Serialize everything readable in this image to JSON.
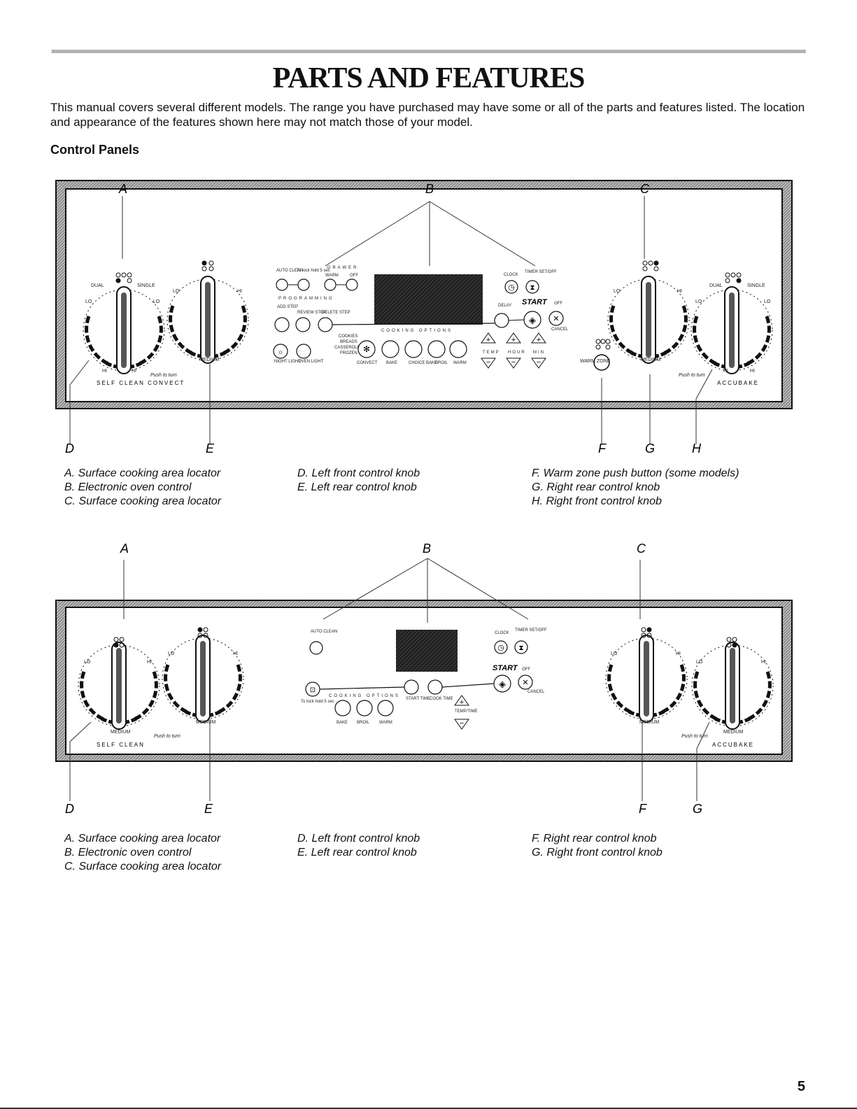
{
  "page": {
    "title": "PARTS AND FEATURES",
    "intro": "This manual covers several different models. The range you have purchased may have some or all of the parts and features listed. The location and appearance of the features shown here may not match those of your model.",
    "section_heading": "Control Panels",
    "page_number": "5"
  },
  "diagram1": {
    "callouts": {
      "A": "A",
      "B": "B",
      "C": "C",
      "D": "D",
      "E": "E",
      "F": "F",
      "G": "G",
      "H": "H"
    },
    "panel_text": {
      "dual": "DUAL",
      "single": "SINGLE",
      "lo": "LO",
      "hi": "HI",
      "medium": "MEDIUM",
      "push_to_turn": "Push to turn",
      "self_clean_convect": "SELF CLEAN CONVECT",
      "accubake": "ACCUBAKE",
      "warm_zone": "WARM ZONE",
      "auto_clean": "AUTO CLEAN",
      "to_lock": "To lock hold 5 sec",
      "drawer": "DRAWER",
      "warm": "WARM",
      "off": "OFF",
      "programming": "PROGRAMMING",
      "add_step": "ADD STEP",
      "review_step": "REVIEW STEP",
      "delete_step": "DELETE STEP",
      "cooking_options": "COOKING OPTIONS",
      "clock": "CLOCK",
      "timer": "TIMER SET/OFF",
      "start": "START",
      "cancel": "CANCEL",
      "delay": "DELAY",
      "night_light": "NIGHT LIGHT",
      "oven_light": "OVEN LIGHT",
      "cookies": "COOKIES",
      "breads": "BREADS",
      "casserole": "CASSEROLE",
      "frozen": "FROZEN",
      "convect": "CONVECT",
      "bake": "BAKE",
      "choice_bake": "CHOICE BAKE",
      "broil": "BROIL",
      "temp": "TEMP",
      "hour": "HOUR",
      "min": "MIN"
    },
    "captions": {
      "col1": [
        "A. Surface cooking area locator",
        "B. Electronic oven control",
        "C. Surface cooking area locator"
      ],
      "col2": [
        "D. Left front control knob",
        "E. Left rear control knob"
      ],
      "col3": [
        "F. Warm zone push button (some models)",
        "G. Right rear control knob",
        "H. Right front control knob"
      ]
    }
  },
  "diagram2": {
    "callouts": {
      "A": "A",
      "B": "B",
      "C": "C",
      "D": "D",
      "E": "E",
      "F": "F",
      "G": "G"
    },
    "panel_text": {
      "lo": "LO",
      "hi": "HI",
      "medium": "MEDIUM",
      "push_to_turn": "Push to turn",
      "self_clean": "SELF CLEAN",
      "accubake": "ACCUBAKE",
      "auto_clean": "AUTO CLEAN",
      "clock": "CLOCK",
      "timer": "TIMER SET/OFF",
      "start": "START",
      "off": "OFF",
      "cancel": "CANCEL",
      "to_lock": "To lock hold 5 sec",
      "cooking_options": "COOKING OPTIONS",
      "bake": "BAKE",
      "broil": "BROIL",
      "warm": "WARM",
      "start_time": "START TIME",
      "cook_time": "COOK TIME",
      "temp_time": "TEMP/TIME"
    },
    "captions": {
      "col1": [
        "A. Surface cooking area locator",
        "B. Electronic oven control",
        "C. Surface cooking area locator"
      ],
      "col2": [
        "D. Left front control knob",
        "E. Left rear control knob"
      ],
      "col3": [
        "F. Right rear control knob",
        "G. Right front control knob"
      ]
    }
  }
}
